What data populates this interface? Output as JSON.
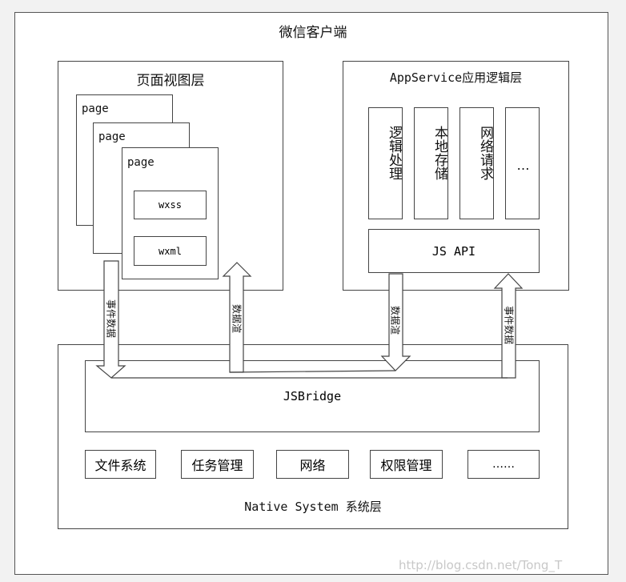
{
  "client": {
    "title": "微信客户端"
  },
  "view_layer": {
    "title": "页面视图层",
    "pages": [
      "page",
      "page",
      "page"
    ],
    "files": [
      "wxss",
      "wxml"
    ]
  },
  "app_service": {
    "title": "AppService应用逻辑层",
    "modules": [
      "逻辑处理",
      "本地存储",
      "网络请求",
      "…"
    ],
    "js_api": "JS API"
  },
  "native": {
    "jsbridge": "JSBridge",
    "modules": [
      "文件系统",
      "任务管理",
      "网络",
      "权限管理",
      "……"
    ],
    "title": "Native System 系统层"
  },
  "arrows": {
    "left_down": "事件数据",
    "left_up": "数据渲",
    "right_down": "数据渲",
    "right_up": "事件数据"
  },
  "watermark": "http://blog.csdn.net/Tong_T",
  "colors": {
    "stroke": "#444444",
    "background": "#f2f2f2",
    "panel": "#ffffff"
  }
}
